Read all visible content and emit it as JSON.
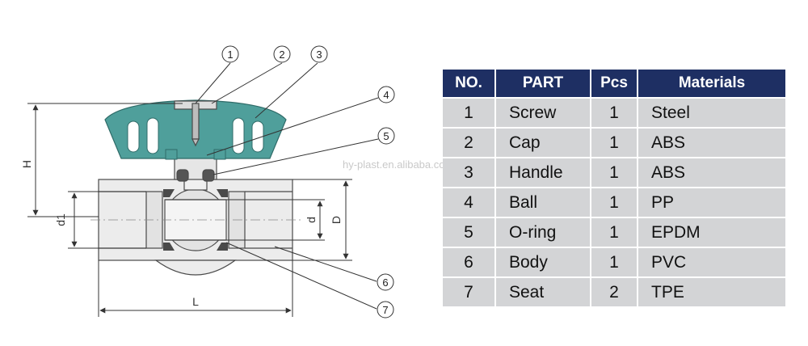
{
  "diagram": {
    "callouts": [
      "1",
      "2",
      "3",
      "4",
      "5",
      "6",
      "7"
    ],
    "dimensions": {
      "H": "H",
      "L": "L",
      "d1": "d1",
      "d": "d",
      "D": "D"
    },
    "handle_color": "#4f9f9b",
    "body_color": "#ececec",
    "outline_color": "#4a4a4a"
  },
  "watermark": "hy-plast.en.alibaba.com",
  "table": {
    "headers": [
      "NO.",
      "PART",
      "Pcs",
      "Materials"
    ],
    "rows": [
      [
        "1",
        "Screw",
        "1",
        "Steel"
      ],
      [
        "2",
        "Cap",
        "1",
        "ABS"
      ],
      [
        "3",
        "Handle",
        "1",
        "ABS"
      ],
      [
        "4",
        "Ball",
        "1",
        "PP"
      ],
      [
        "5",
        "O-ring",
        "1",
        "EPDM"
      ],
      [
        "6",
        "Body",
        "1",
        "PVC"
      ],
      [
        "7",
        "Seat",
        "2",
        "TPE"
      ]
    ],
    "header_bg": "#1e2f63",
    "row_bg": "#d3d4d6"
  }
}
